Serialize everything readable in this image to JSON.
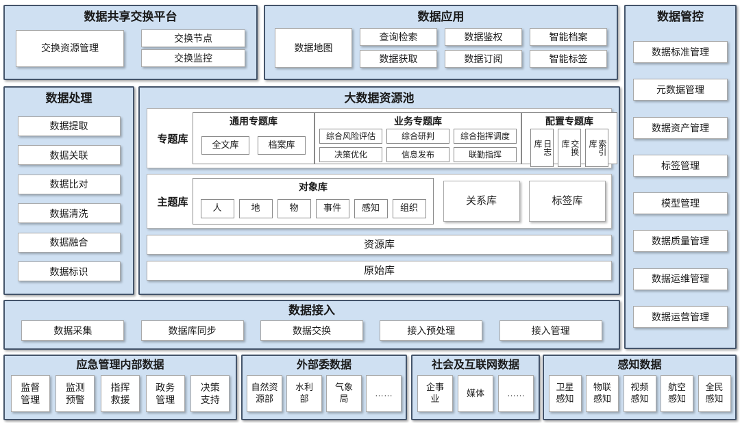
{
  "palette": {
    "block_bg": "#cfe0f2",
    "block_border": "#44546a",
    "box_border": "#a9a9a9",
    "text": "#1a1a1a"
  },
  "blocks": {
    "exchange_platform": {
      "title": "数据共享交换平台",
      "main": "交换资源管理",
      "stack": [
        "交换节点",
        "交换监控"
      ]
    },
    "data_application": {
      "title": "数据应用",
      "main": "数据地图",
      "columns": [
        [
          "查询检索",
          "数据获取"
        ],
        [
          "数据鉴权",
          "数据订阅"
        ],
        [
          "智能档案",
          "智能标签"
        ]
      ]
    },
    "data_governance": {
      "title": "数据管控",
      "items": [
        "数据标准管理",
        "元数据管理",
        "数据资产管理",
        "标签管理",
        "模型管理",
        "数据质量管理",
        "数据运维管理",
        "数据运营管理"
      ]
    },
    "data_processing": {
      "title": "数据处理",
      "items": [
        "数据提取",
        "数据关联",
        "数据比对",
        "数据清洗",
        "数据融合",
        "数据标识"
      ]
    },
    "big_data_pool": {
      "title": "大数据资源池",
      "thematic_label": "专题库",
      "general_group": {
        "title": "通用专题库",
        "items": [
          "全文库",
          "档案库"
        ]
      },
      "business_group": {
        "title": "业务专题库",
        "items": [
          "综合风险评估",
          "综合研判",
          "综合指挥调度",
          "决策优化",
          "信息发布",
          "联勤指挥"
        ]
      },
      "config_group": {
        "title": "配置专题库",
        "items": [
          "日志\n库",
          "交换\n库",
          "索引\n库"
        ]
      },
      "subject_label": "主题库",
      "object_group": {
        "title": "对象库",
        "items": [
          "人",
          "地",
          "物",
          "事件",
          "感知",
          "组织"
        ]
      },
      "relation_box": "关系库",
      "tag_box": "标签库",
      "resource_bar": "资源库",
      "raw_bar": "原始库"
    },
    "data_access": {
      "title": "数据接入",
      "items": [
        "数据采集",
        "数据库同步",
        "数据交换",
        "接入预处理",
        "接入管理"
      ]
    },
    "internal_data": {
      "title": "应急管理内部数据",
      "items": [
        "监督\n管理",
        "监测\n预警",
        "指挥\n救援",
        "政务\n管理",
        "决策\n支持"
      ]
    },
    "external_data": {
      "title": "外部委数据",
      "items": [
        "自然资\n源部",
        "水利\n部",
        "气象\n局",
        "……"
      ]
    },
    "social_data": {
      "title": "社会及互联网数据",
      "items": [
        "企事\n业",
        "媒体",
        "……"
      ]
    },
    "perception_data": {
      "title": "感知数据",
      "items": [
        "卫星\n感知",
        "物联\n感知",
        "视频\n感知",
        "航空\n感知",
        "全民\n感知"
      ]
    }
  }
}
